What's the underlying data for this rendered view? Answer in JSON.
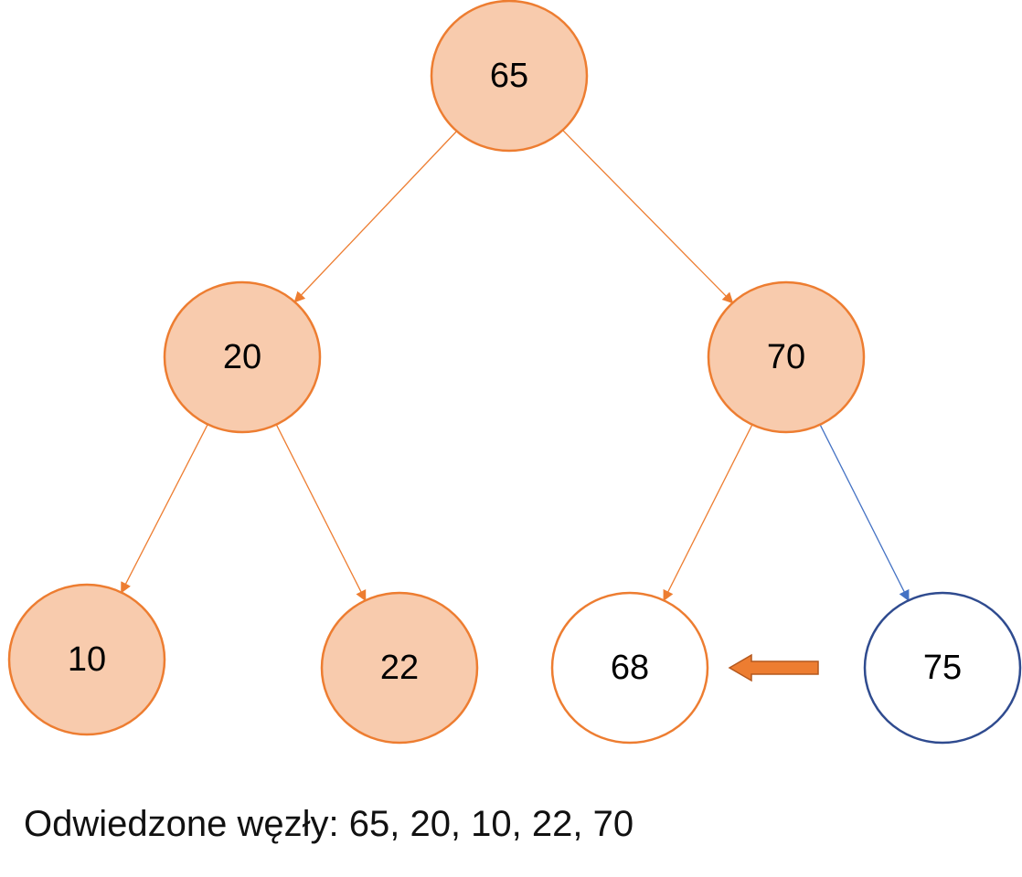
{
  "colors": {
    "visited_fill": "#F8CBAD",
    "visited_stroke": "#ED7D31",
    "current_fill": "#FFFFFF",
    "current_stroke": "#ED7D31",
    "pending_fill": "#FFFFFF",
    "pending_stroke": "#2F4B8F",
    "edge_orange": "#ED7D31",
    "edge_blue": "#4472C4",
    "arrow_fill": "#ED7D31",
    "arrow_stroke": "#B4581E"
  },
  "tree": {
    "nodes": [
      {
        "id": "n65",
        "label": "65",
        "state": "visited"
      },
      {
        "id": "n20",
        "label": "20",
        "state": "visited"
      },
      {
        "id": "n70",
        "label": "70",
        "state": "visited"
      },
      {
        "id": "n10",
        "label": "10",
        "state": "visited"
      },
      {
        "id": "n22",
        "label": "22",
        "state": "visited"
      },
      {
        "id": "n68",
        "label": "68",
        "state": "current"
      },
      {
        "id": "n75",
        "label": "75",
        "state": "pending"
      }
    ],
    "edges": [
      {
        "from": "n65",
        "to": "n20",
        "color": "orange"
      },
      {
        "from": "n65",
        "to": "n70",
        "color": "orange"
      },
      {
        "from": "n20",
        "to": "n10",
        "color": "orange"
      },
      {
        "from": "n20",
        "to": "n22",
        "color": "orange"
      },
      {
        "from": "n70",
        "to": "n68",
        "color": "orange"
      },
      {
        "from": "n70",
        "to": "n75",
        "color": "blue"
      }
    ]
  },
  "pointer_arrow": {
    "from": "n75",
    "to": "n68",
    "icon": "left-arrow-icon"
  },
  "caption": "Odwiedzone węzły: 65, 20, 10, 22, 70"
}
